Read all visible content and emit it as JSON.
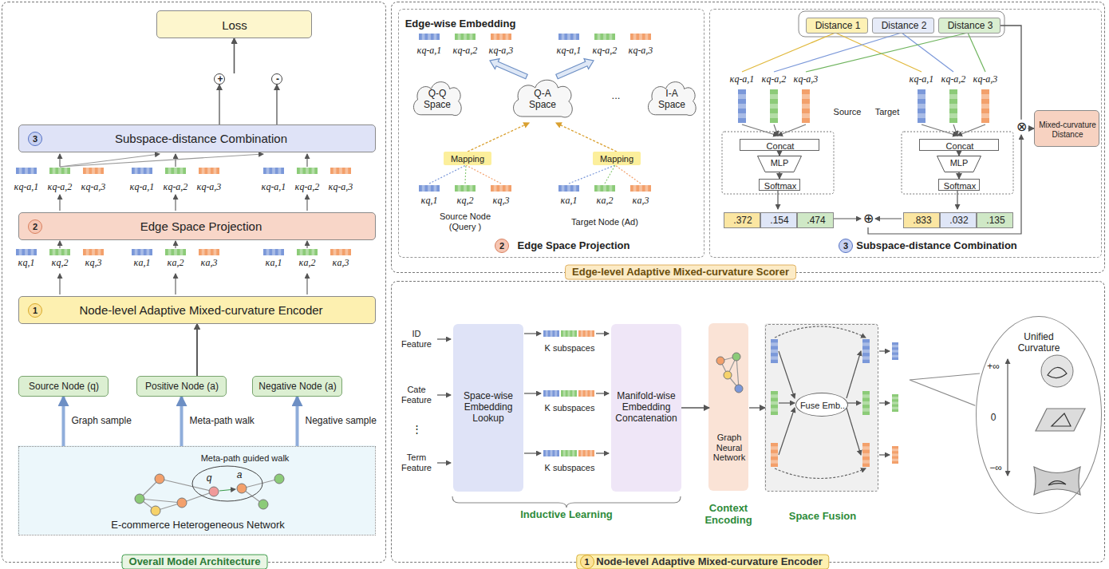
{
  "diagram": {
    "nodes": [
      {
        "text": [
          "Overall Model Architecture"
        ]
      },
      {
        "text": [
          "Loss"
        ],
        "in": 0
      },
      {
        "text": [
          "+"
        ],
        "in": 0
      },
      {
        "text": [
          "-"
        ],
        "in": 0
      },
      {
        "text": [
          "3",
          "Subspace-distance Combination"
        ],
        "in": 0
      },
      {
        "text": [
          "2",
          "Edge Space Projection"
        ],
        "in": 0
      },
      {
        "text": [
          "1",
          "Node-level Adaptive Mixed-curvature Encoder"
        ],
        "in": 0
      },
      {
        "text": [
          "Source Node (q)"
        ],
        "in": 0
      },
      {
        "text": [
          "Positive Node (a)"
        ],
        "in": 0
      },
      {
        "text": [
          "Negative Node (a)"
        ],
        "in": 0
      },
      {
        "text": [
          "Meta-path guided walk",
          "E-commerce Heterogeneous Network"
        ],
        "in": 0
      },
      {
        "text": [
          "Edge-level Adaptive Mixed-curvature Scorer"
        ]
      },
      {
        "text": [
          "Edge-wise Embedding",
          "2",
          "Edge Space Projection"
        ],
        "in": 11
      },
      {
        "text": [
          "Q-Q Space"
        ],
        "in": 12
      },
      {
        "text": [
          "Q-A Space"
        ],
        "in": 12
      },
      {
        "text": [
          "I-A Space"
        ],
        "in": 12
      },
      {
        "text": [
          "Mapping"
        ],
        "in": 12
      },
      {
        "text": [
          "Mapping"
        ],
        "in": 12
      },
      {
        "text": [
          "3",
          "Subspace-distance Combination"
        ],
        "in": 11
      },
      {
        "text": [
          "Distance 1"
        ],
        "in": 18
      },
      {
        "text": [
          "Distance 2"
        ],
        "in": 18
      },
      {
        "text": [
          "Distance 3"
        ],
        "in": 18
      },
      {
        "text": [
          "Concat"
        ],
        "in": 18
      },
      {
        "text": [
          "MLP"
        ],
        "in": 18
      },
      {
        "text": [
          "Softmax"
        ],
        "in": 18
      },
      {
        "text": [
          "Concat"
        ],
        "in": 18
      },
      {
        "text": [
          "MLP"
        ],
        "in": 18
      },
      {
        "text": [
          "Softmax"
        ],
        "in": 18
      },
      {
        "text": [
          ".372"
        ],
        "in": 18
      },
      {
        "text": [
          ".154"
        ],
        "in": 18
      },
      {
        "text": [
          ".474"
        ],
        "in": 18
      },
      {
        "text": [
          ".833"
        ],
        "in": 18
      },
      {
        "text": [
          ".032"
        ],
        "in": 18
      },
      {
        "text": [
          ".135"
        ],
        "in": 18
      },
      {
        "text": [
          "Mixed-curvature Distance"
        ],
        "in": 18
      },
      {
        "text": [
          "1",
          "Node-level Adaptive Mixed-curvature Encoder"
        ]
      },
      {
        "text": [
          "Space-wise Embedding Lookup"
        ],
        "in": 35
      },
      {
        "text": [
          "Manifold-wise Embedding Concatenation"
        ],
        "in": 35
      },
      {
        "text": [
          "Graph Neural Network"
        ],
        "in": 35
      },
      {
        "text": [
          "Space Fusion"
        ],
        "in": 35
      },
      {
        "text": [
          "Fuse Emb.."
        ],
        "in": 39
      },
      {
        "text": [
          "Unified Curvature",
          "+∞",
          "0",
          "−∞"
        ],
        "in": 35
      }
    ],
    "edges": [
      {
        "from": 7,
        "to": 6,
        "arrow": "to"
      },
      {
        "from": 8,
        "to": 6,
        "arrow": "to"
      },
      {
        "from": 9,
        "to": 6,
        "arrow": "to"
      },
      {
        "from": 10,
        "to": 7,
        "label": "Graph sample",
        "arrow": "to"
      },
      {
        "from": 10,
        "to": 8,
        "label": "Meta-path walk",
        "arrow": "to"
      },
      {
        "from": 10,
        "to": 9,
        "label": "Negative sample",
        "arrow": "to"
      },
      {
        "from": 4,
        "to": 2,
        "arrow": "to"
      },
      {
        "from": 4,
        "to": 3,
        "arrow": "to"
      },
      {
        "from": 2,
        "to": 1,
        "arrow": "to"
      },
      {
        "from": 3,
        "to": 1,
        "arrow": "to"
      },
      {
        "from": 16,
        "to": 14,
        "arrow": "to"
      },
      {
        "from": 17,
        "to": 14,
        "arrow": "to"
      },
      {
        "from": 22,
        "to": 23,
        "arrow": "to"
      },
      {
        "from": 23,
        "to": 24,
        "arrow": "to"
      },
      {
        "from": 25,
        "to": 26,
        "arrow": "to"
      },
      {
        "from": 26,
        "to": 27,
        "arrow": "to"
      },
      {
        "from": 21,
        "to": 34,
        "arrow": "to"
      },
      {
        "from": 37,
        "to": 38,
        "arrow": "to"
      },
      {
        "from": 38,
        "to": 39,
        "arrow": "to"
      }
    ],
    "labels": [
      "κq-a,1",
      "κq-a,2",
      "κq-a,3",
      "κq-a,1",
      "κq-a,2",
      "κq-a,3",
      "κq-a,1",
      "κq-a,2",
      "κq-a,3",
      "κq,1",
      "κq,2",
      "κq,3",
      "κa,1",
      "κa,2",
      "κa,3",
      "κa,1",
      "κa,2",
      "κa,3",
      "q",
      "a",
      "κq-a,1",
      "κq-a,2",
      "κq-a,3",
      "κq-a,1",
      "κq-a,2",
      "κq-a,3",
      "...",
      "κq,1",
      "κq,2",
      "κq,3",
      "κa,1",
      "κa,2",
      "κa,3",
      "Source Node (Query )",
      "Target Node (Ad)",
      "κq-a,1",
      "κq-a,2",
      "κq-a,3",
      "κq-a,1",
      "κq-a,2",
      "κq-a,3",
      "Source",
      "Target",
      "⊕",
      "⊗",
      "ID Feature",
      "Cate Feature",
      "⋮",
      "Term Feature",
      "K subspaces",
      "K subspaces",
      "K subspaces",
      "Inductive Learning",
      "Context Encoding"
    ]
  }
}
